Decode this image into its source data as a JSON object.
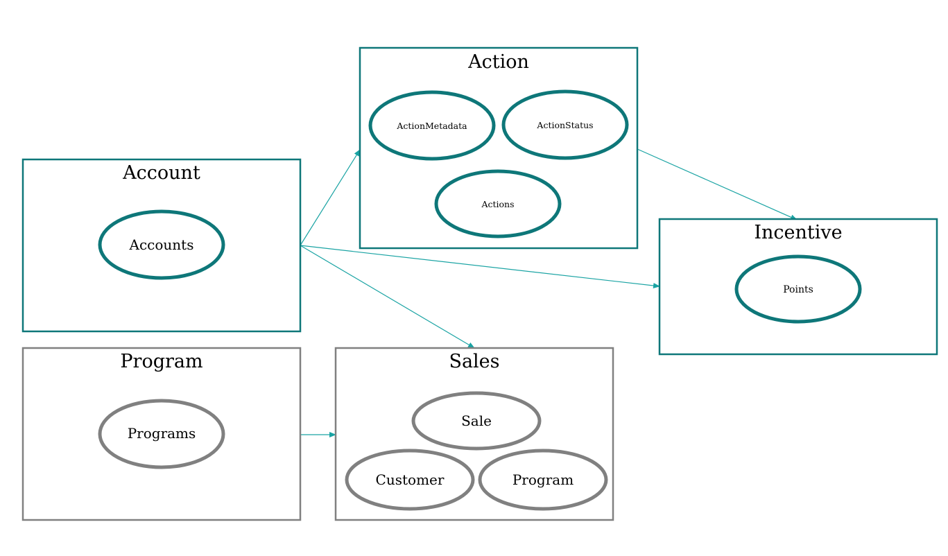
{
  "colors": {
    "teal": "#0e7779",
    "gray": "#808080",
    "arrow": "#19a3a3"
  },
  "packages": {
    "action": {
      "title": "Action",
      "items": [
        "ActionMetadata",
        "ActionStatus",
        "Actions"
      ]
    },
    "account": {
      "title": "Account",
      "items": [
        "Accounts"
      ]
    },
    "incentive": {
      "title": "Incentive",
      "items": [
        "Points"
      ]
    },
    "program": {
      "title": "Program",
      "items": [
        "Programs"
      ]
    },
    "sales": {
      "title": "Sales",
      "items": [
        "Sale",
        "Customer",
        "Program"
      ]
    }
  },
  "edges": [
    {
      "from": "Account",
      "to": "Action"
    },
    {
      "from": "Account",
      "to": "Incentive"
    },
    {
      "from": "Account",
      "to": "Sales"
    },
    {
      "from": "Action",
      "to": "Incentive"
    },
    {
      "from": "Program",
      "to": "Sales"
    }
  ]
}
